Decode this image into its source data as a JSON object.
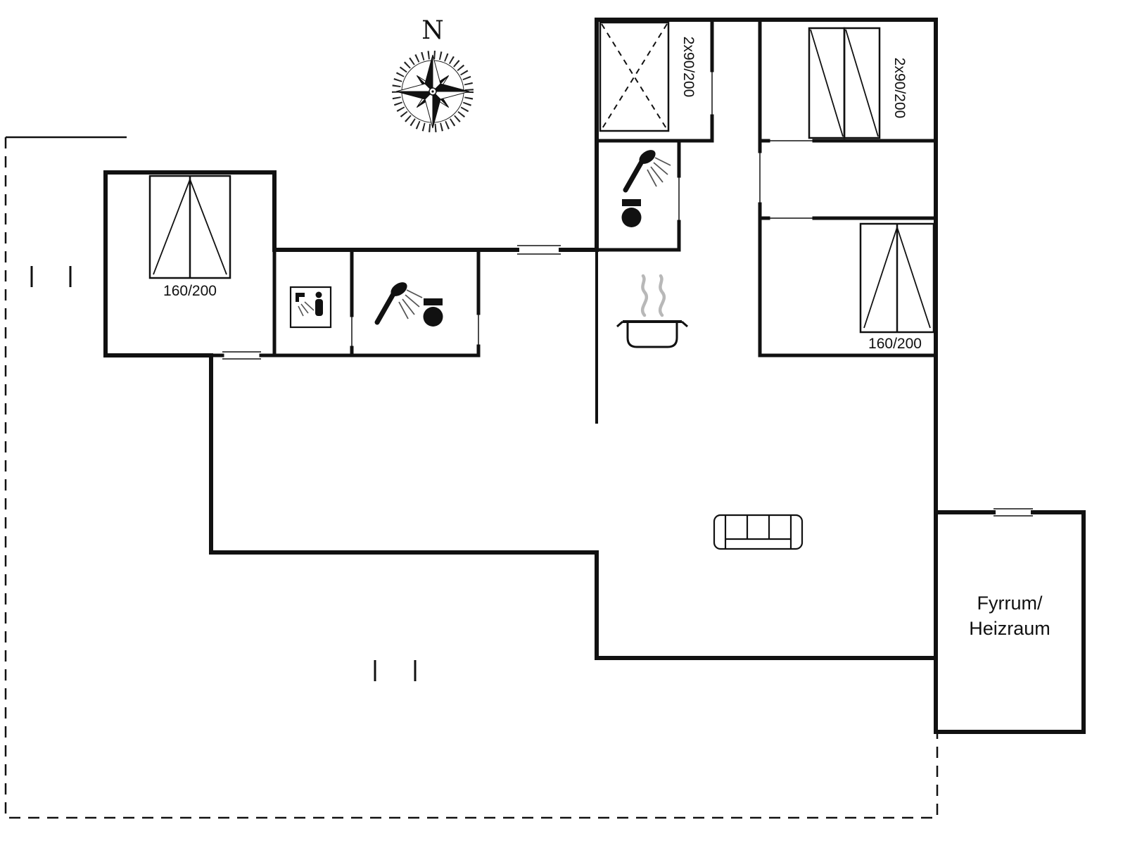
{
  "compass": {
    "label": "N"
  },
  "bed_labels": {
    "left_bedroom": "160/200",
    "right_bedroom": "160/200",
    "top_left_room": "2x90/200",
    "top_right_room": "2x90/200"
  },
  "boiler_room": {
    "line1": "Fyrrum/",
    "line2": "Heizraum"
  },
  "icons": {
    "compass": "compass-rose-icon",
    "left_bath_sink": "sink-icon",
    "left_bath_shower": "shower-icon",
    "left_bath_toilet": "toilet-icon",
    "top_bath_shower": "shower-icon",
    "top_bath_toilet": "toilet-icon",
    "kitchen": "cooking-pot-icon",
    "living_room": "sofa-icon"
  },
  "colors": {
    "wall": "#111111",
    "steam": "#b8b8b8",
    "spray": "#555555"
  }
}
